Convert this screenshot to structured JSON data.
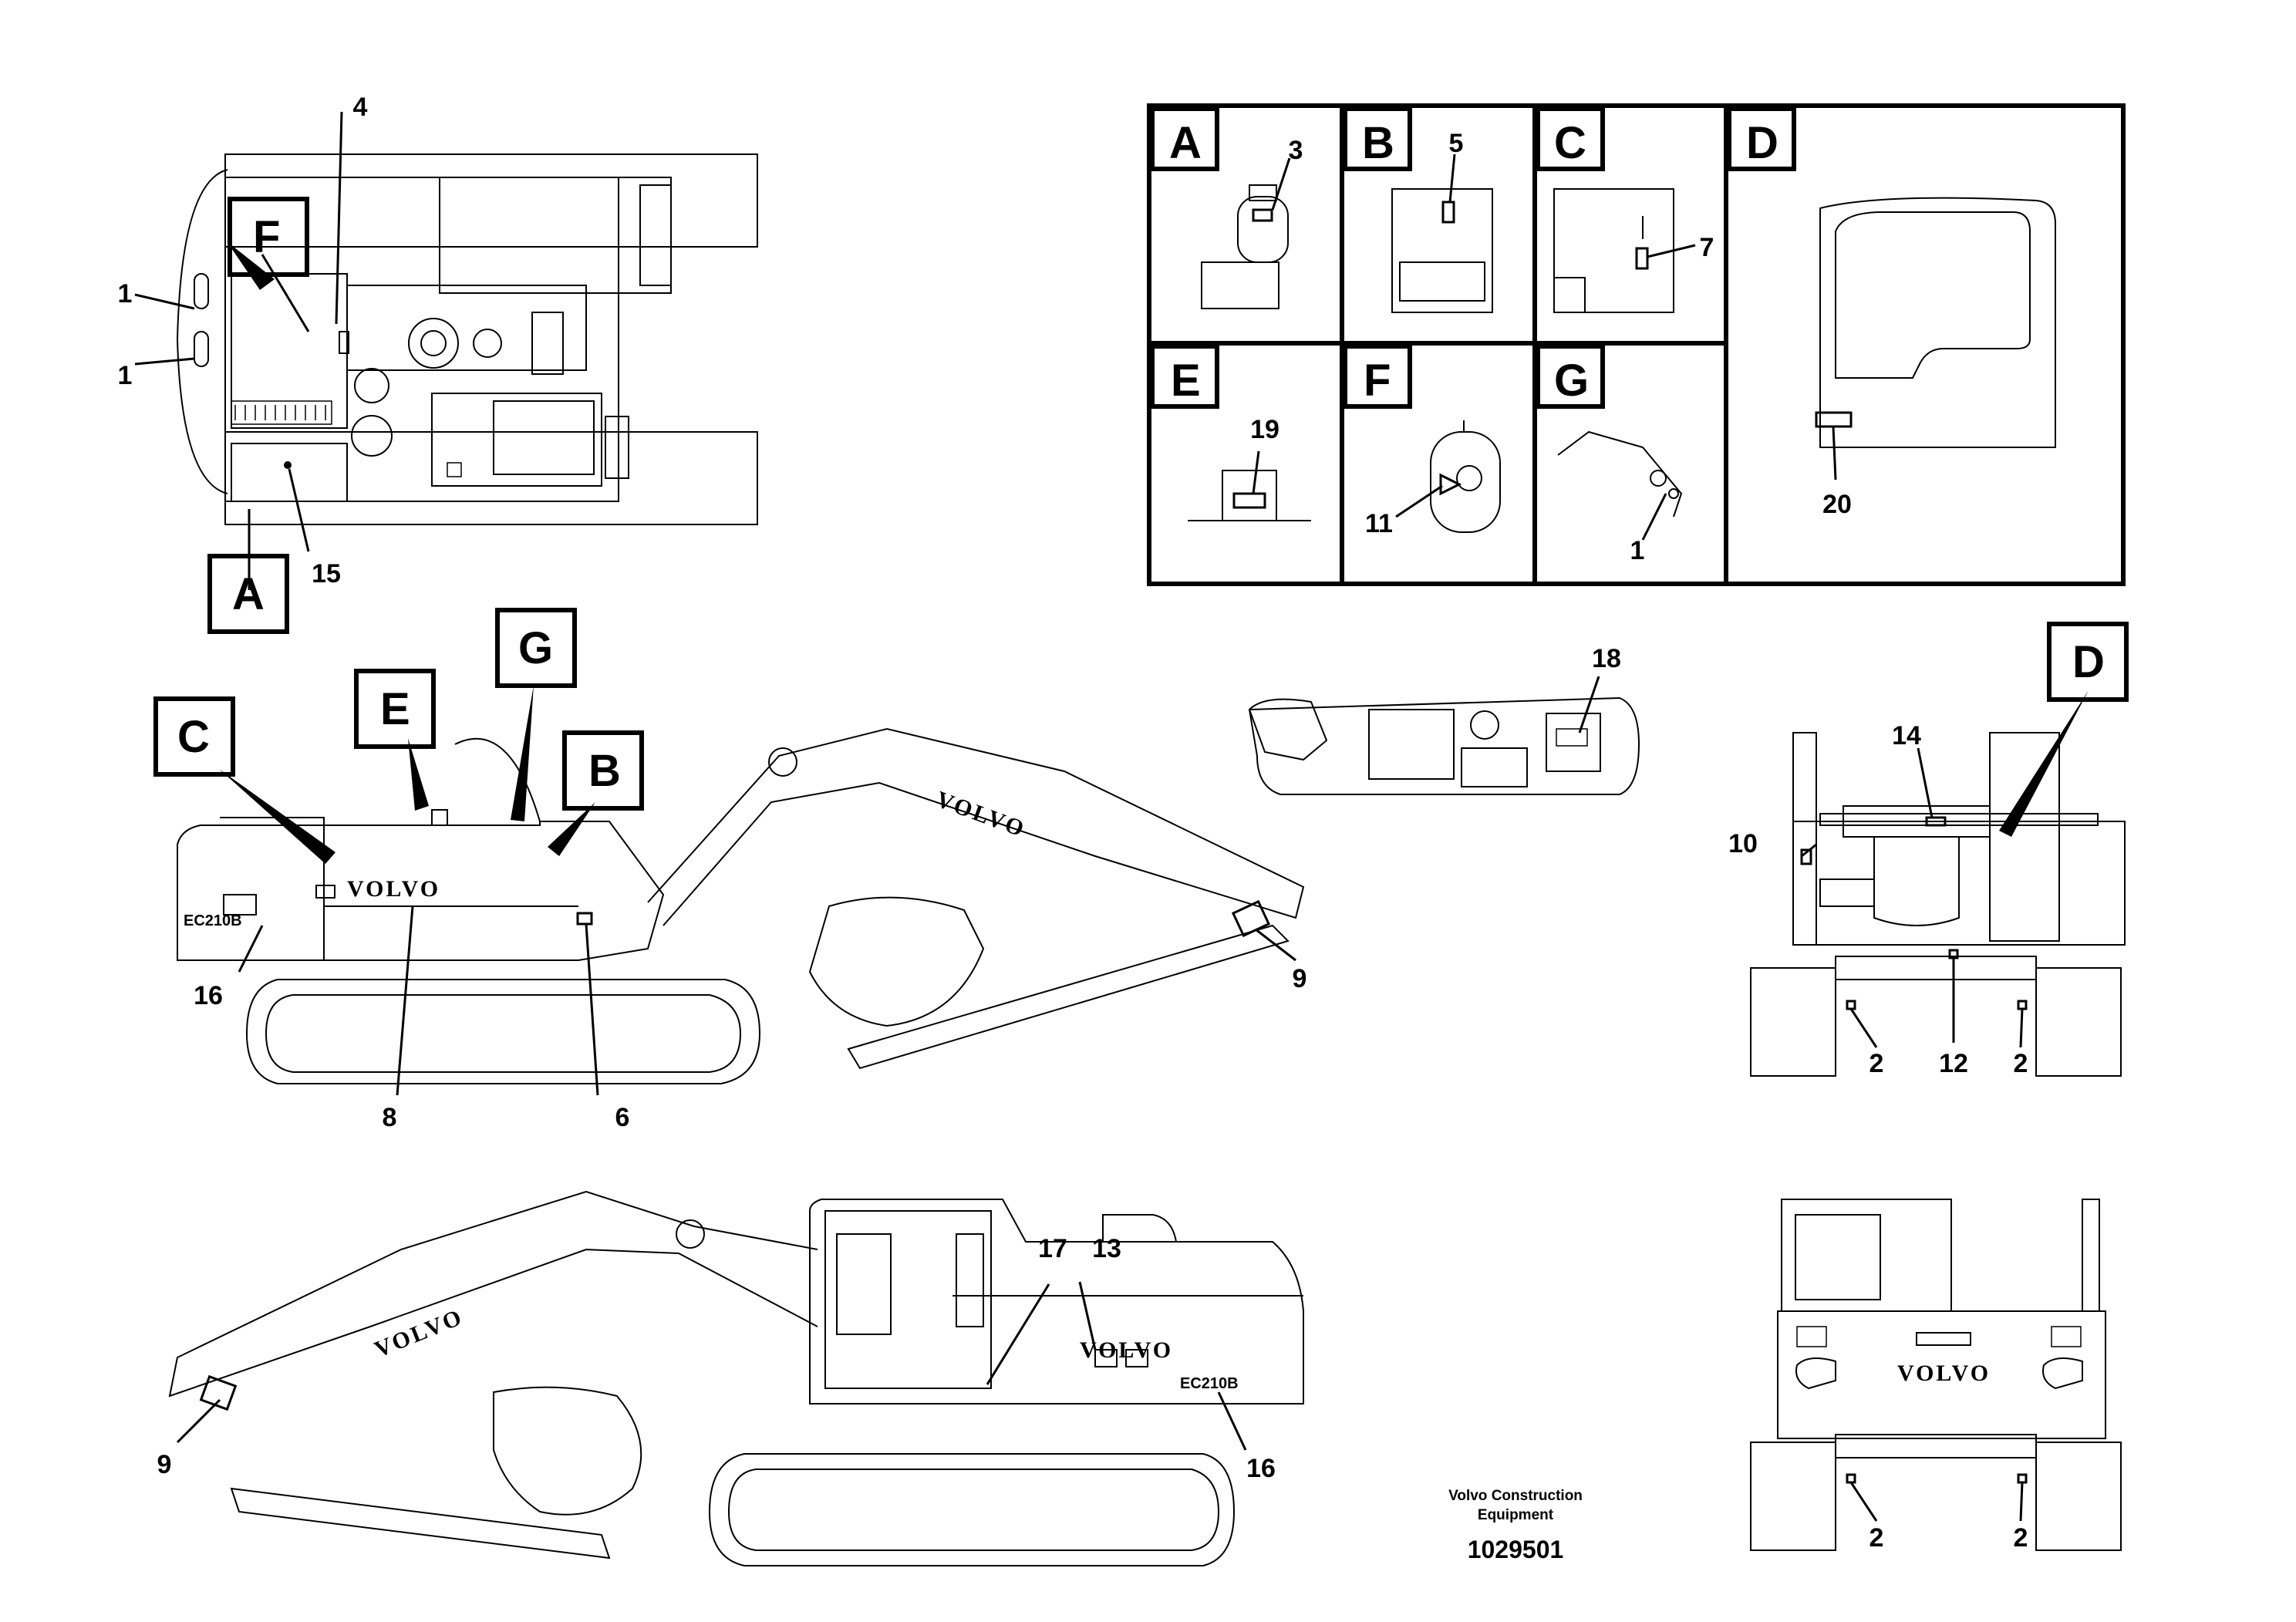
{
  "callouts": {
    "n1a": "1",
    "n1b": "1",
    "n1g": "1",
    "n2a": "2",
    "n2b": "2",
    "n2c": "2",
    "n2d": "2",
    "n3": "3",
    "n4": "4",
    "n5": "5",
    "n6": "6",
    "n7": "7",
    "n8": "8",
    "n9a": "9",
    "n9b": "9",
    "n10": "10",
    "n11": "11",
    "n12": "12",
    "n13": "13",
    "n14": "14",
    "n15": "15",
    "n16a": "16",
    "n16b": "16",
    "n17": "17",
    "n18": "18",
    "n19": "19",
    "n20": "20"
  },
  "detail_letters": {
    "A": "A",
    "B": "B",
    "C": "C",
    "D": "D",
    "E": "E",
    "F": "F",
    "G": "G"
  },
  "body_marks": {
    "brand": "VOLVO",
    "model": "EC210B"
  },
  "footer": {
    "company_line1": "Volvo Construction",
    "company_line2": "Equipment",
    "part_number": "1029501"
  }
}
